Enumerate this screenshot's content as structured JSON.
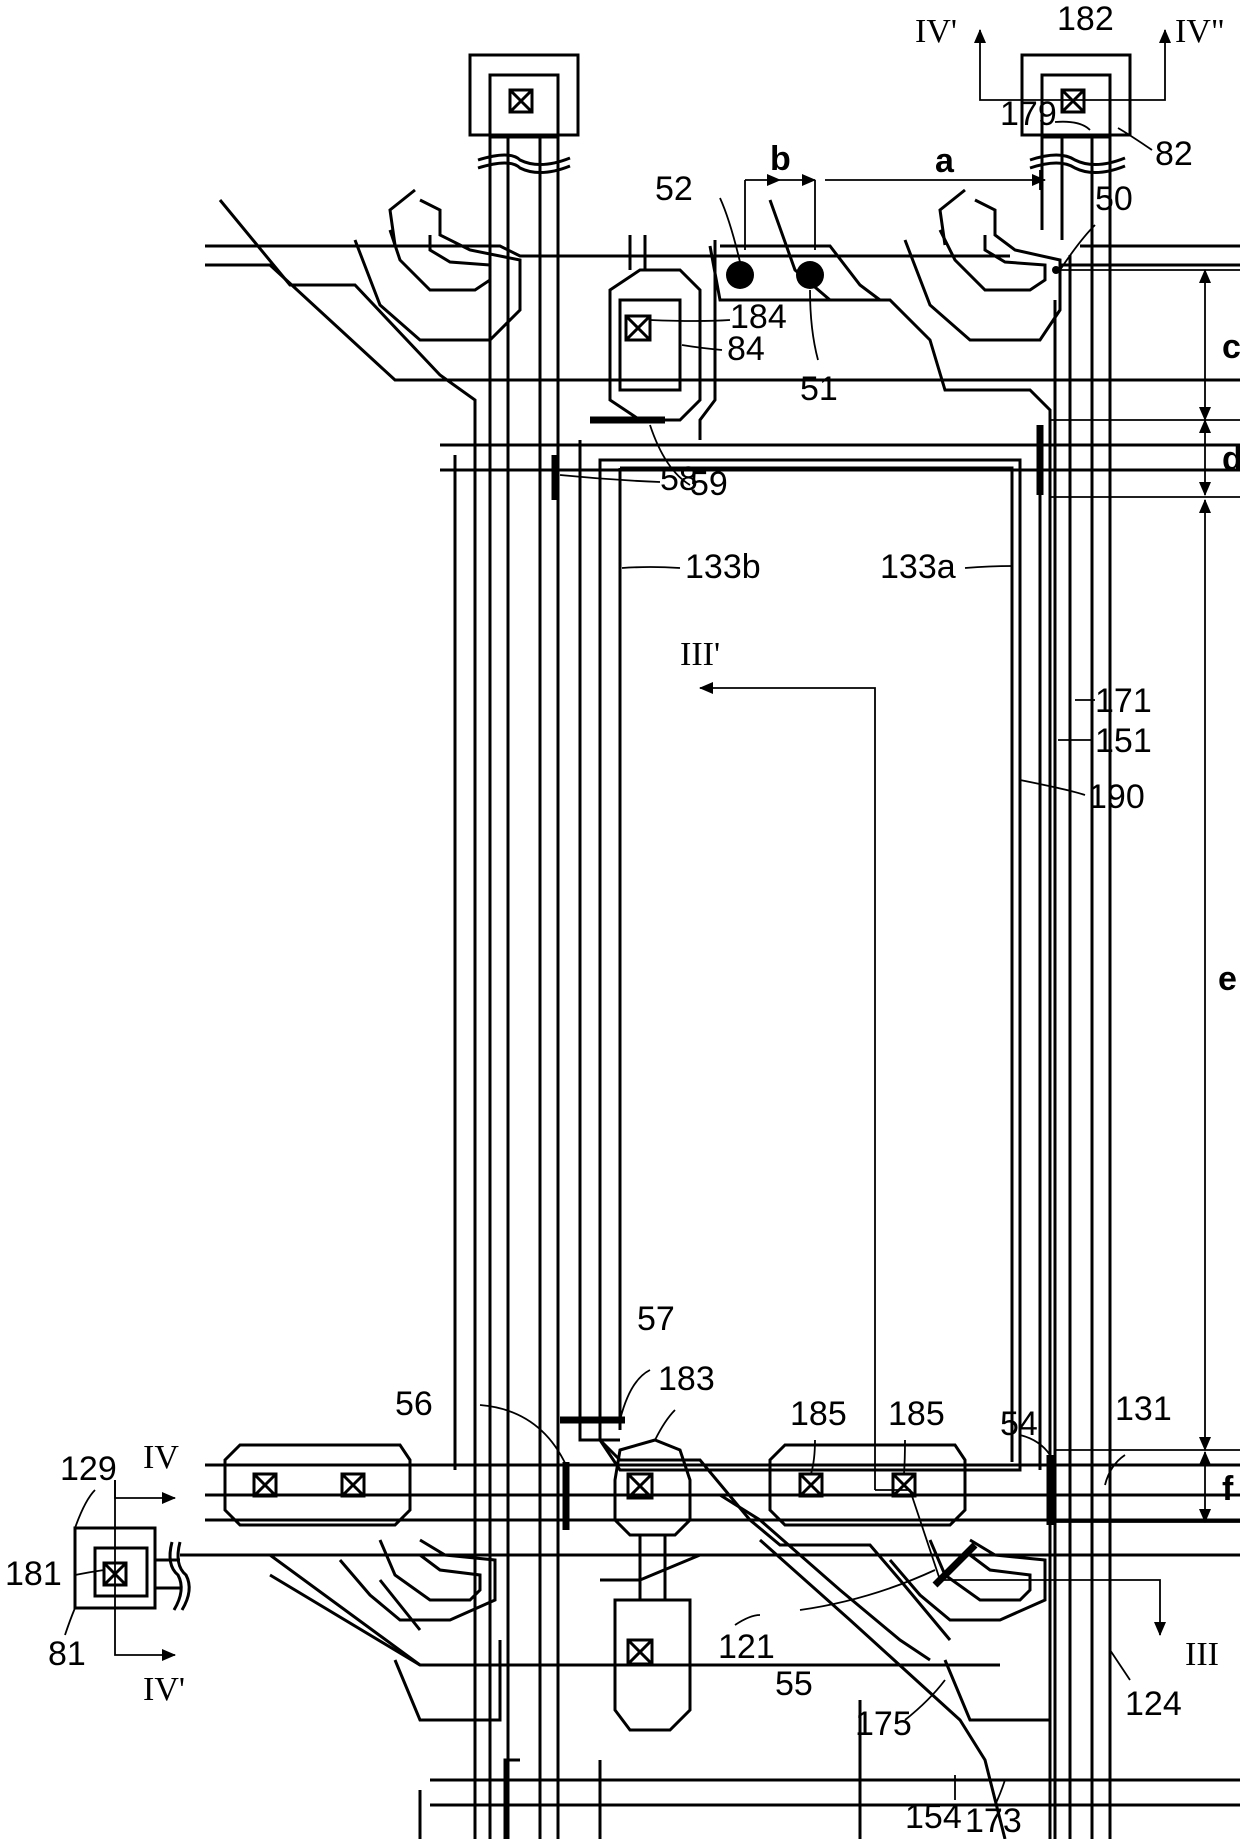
{
  "labels": {
    "l182": "182",
    "l179": "179",
    "l82": "82",
    "l50": "50",
    "l52": "52",
    "l51": "51",
    "l184": "184",
    "l84": "84",
    "l59": "59",
    "l58": "58",
    "l133b": "133b",
    "l133a": "133a",
    "l171": "171",
    "l151": "151",
    "l190": "190",
    "l57": "57",
    "l183": "183",
    "l185a": "185",
    "l185b": "185",
    "l56": "56",
    "l54": "54",
    "l131": "131",
    "l129": "129",
    "l181": "181",
    "l81": "81",
    "l121": "121",
    "l55": "55",
    "l175": "175",
    "l124": "124",
    "l154": "154",
    "l173": "173"
  },
  "dimensions": {
    "a": "a",
    "b": "b",
    "c": "c",
    "d": "d",
    "e": "e",
    "f": "f"
  },
  "sections": {
    "IV_top_left": "IV'",
    "IV_top_right": "IV\"",
    "III_prime": "III'",
    "III": "III",
    "IV": "IV",
    "IV_prime_bottom": "IV'"
  },
  "icons": [
    "contact-hole-icon",
    "arrow-icon",
    "dot-icon"
  ]
}
